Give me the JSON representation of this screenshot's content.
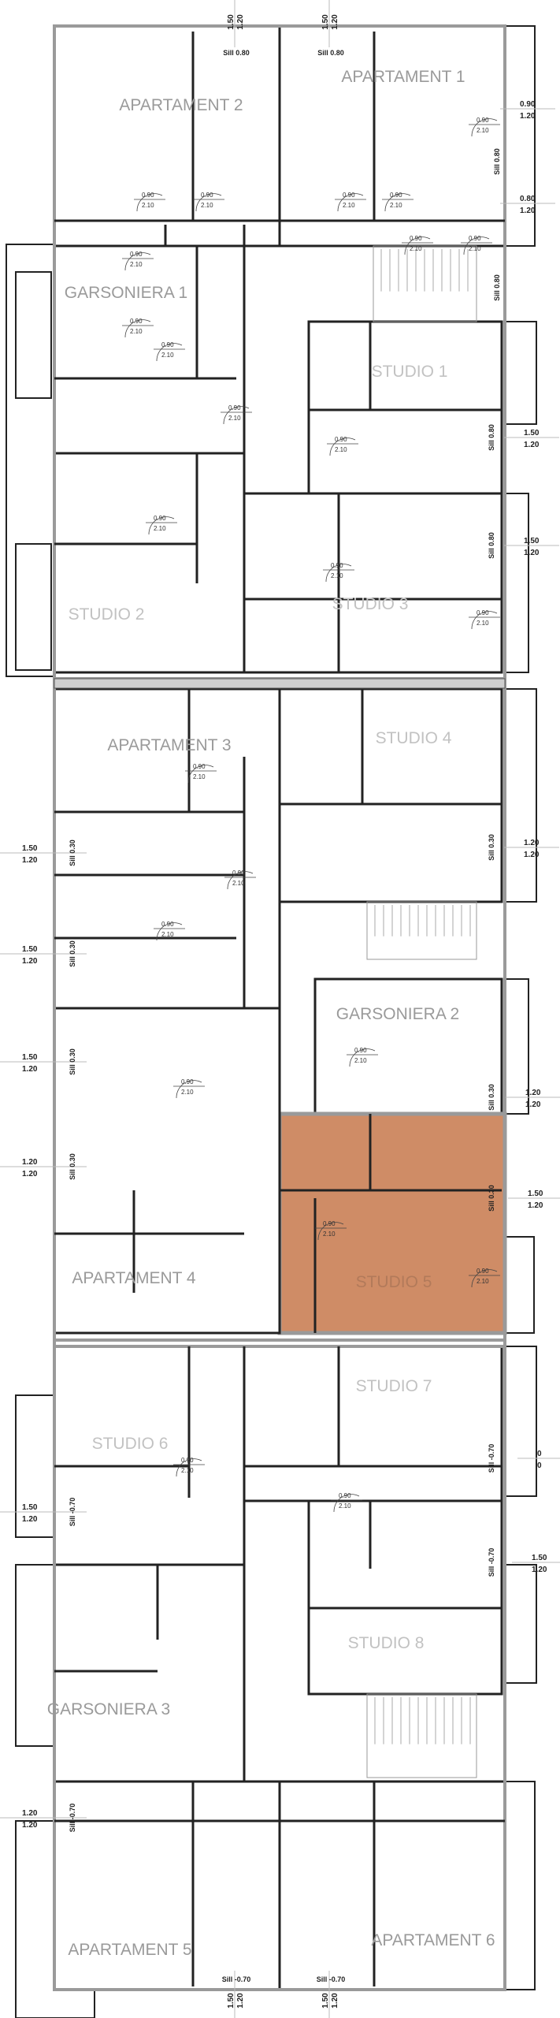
{
  "highlight_color": "#cf8c66",
  "units": [
    {
      "id": "apt2",
      "name": "APARTAMENT 2"
    },
    {
      "id": "apt1",
      "name": "APARTAMENT 1"
    },
    {
      "id": "gars1",
      "name": "GARSONIERA 1"
    },
    {
      "id": "studio2",
      "name": "STUDIO 2"
    },
    {
      "id": "studio1",
      "name": "STUDIO 1"
    },
    {
      "id": "studio3",
      "name": "STUDIO 3"
    },
    {
      "id": "apt3",
      "name": "APARTAMENT 3"
    },
    {
      "id": "studio4",
      "name": "STUDIO 4"
    },
    {
      "id": "gars2",
      "name": "GARSONIERA  2"
    },
    {
      "id": "studio5",
      "name": "STUDIO 5",
      "selected": true
    },
    {
      "id": "apt4",
      "name": "APARTAMENT 4"
    },
    {
      "id": "studio6",
      "name": "STUDIO 6"
    },
    {
      "id": "studio7",
      "name": "STUDIO 7"
    },
    {
      "id": "studio8",
      "name": "STUDIO 8"
    },
    {
      "id": "gars3",
      "name": "GARSONIERA  3"
    },
    {
      "id": "apt5",
      "name": "APARTAMENT 5"
    },
    {
      "id": "apt6",
      "name": "APARTAMENT 6"
    }
  ],
  "windows": [
    {
      "dim_top": "1.50",
      "dim_bottom": "1.20",
      "sill": "Sill 0.80"
    },
    {
      "dim_top": "1.50",
      "dim_bottom": "1.20",
      "sill": "Sill 0.80"
    },
    {
      "dim_top": "0.90",
      "dim_bottom": "1.20",
      "sill": "Sill 0.80"
    },
    {
      "dim_top": "0.80",
      "dim_bottom": "1.20",
      "sill": "Sill 0.80"
    },
    {
      "dim_top": "1.50",
      "dim_bottom": "1.20",
      "sill": "Sill 0.80"
    },
    {
      "dim_top": "1.50",
      "dim_bottom": "1.20",
      "sill": "Sill 0.80"
    },
    {
      "dim_top": "1.20",
      "dim_bottom": "1.20",
      "sill": "Sill 0.30"
    },
    {
      "dim_top": "1.20",
      "dim_bottom": "1.20",
      "sill": "Sill 0.30"
    },
    {
      "dim_top": "1.50",
      "dim_bottom": "1.20",
      "sill": "Sill 0.30"
    },
    {
      "dim_top": "0",
      "dim_bottom": "0",
      "sill": "Sill -0.70"
    },
    {
      "dim_top": "1.50",
      "dim_bottom": "1.20",
      "sill": "Sill -0.70"
    },
    {
      "dim_top": "1.50",
      "dim_bottom": "1.20",
      "sill": "Sill 0.30"
    },
    {
      "dim_top": "1.50",
      "dim_bottom": "1.20",
      "sill": "Sill 0.30"
    },
    {
      "dim_top": "1.50",
      "dim_bottom": "1.20",
      "sill": "Sill 0.30"
    },
    {
      "dim_top": "1.20",
      "dim_bottom": "1.20",
      "sill": "Sill 0.30"
    },
    {
      "dim_top": "1.50",
      "dim_bottom": "1.20",
      "sill": "Sill -0.70"
    },
    {
      "dim_top": "1.20",
      "dim_bottom": "1.20",
      "sill": "Sill -0.70"
    },
    {
      "dim_top": "1.50",
      "dim_bottom": "1.20",
      "sill": "Sill -0.70"
    },
    {
      "dim_top": "1.50",
      "dim_bottom": "1.20",
      "sill": "Sill -0.70"
    }
  ],
  "doors": [
    {
      "w": "0.90",
      "h": "2.10"
    },
    {
      "w": "0.90",
      "h": "2.10"
    },
    {
      "w": "0.90",
      "h": "2.10"
    },
    {
      "w": "0.90",
      "h": "2.10"
    },
    {
      "w": "0.90",
      "h": "2.10"
    },
    {
      "w": "0.90",
      "h": "2.10"
    },
    {
      "w": "0.90",
      "h": "2.10"
    },
    {
      "w": "0.90",
      "h": "2.10"
    },
    {
      "w": "0.90",
      "h": "2.10"
    },
    {
      "w": "0.90",
      "h": "2.10"
    },
    {
      "w": "0.90",
      "h": "2.10"
    },
    {
      "w": "0.90",
      "h": "2.10"
    },
    {
      "w": "0.90",
      "h": "2.10"
    },
    {
      "w": "0.90",
      "h": "2.10"
    },
    {
      "w": "0.90",
      "h": "2.10"
    },
    {
      "w": "0.90",
      "h": "2.10"
    },
    {
      "w": "0.90",
      "h": "2.10"
    },
    {
      "w": "0.90",
      "h": "2.10"
    },
    {
      "w": "0.90",
      "h": "2.10"
    },
    {
      "w": "0.90",
      "h": "2.10"
    },
    {
      "w": "0.90",
      "h": "2.10"
    },
    {
      "w": "0.90",
      "h": "2.10"
    },
    {
      "w": "0.90",
      "h": "2.10"
    },
    {
      "w": "0.90",
      "h": "2.10"
    }
  ]
}
